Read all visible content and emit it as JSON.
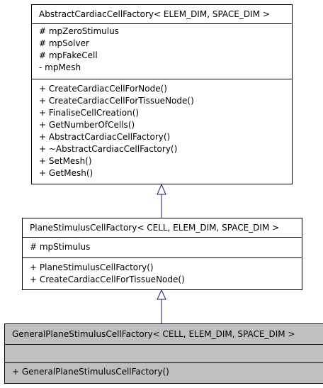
{
  "classes": {
    "abstract": {
      "name": "AbstractCardiacCellFactory< ELEM_DIM, SPACE_DIM >",
      "attributes": [
        "# mpZeroStimulus",
        "# mpSolver",
        "# mpFakeCell",
        "- mpMesh"
      ],
      "methods": [
        "+ CreateCardiacCellForNode()",
        "+ CreateCardiacCellForTissueNode()",
        "+ FinaliseCellCreation()",
        "+ GetNumberOfCells()",
        "+ AbstractCardiacCellFactory()",
        "+ ~AbstractCardiacCellFactory()",
        "+ SetMesh()",
        "+ GetMesh()"
      ]
    },
    "plane": {
      "name": "PlaneStimulusCellFactory< CELL, ELEM_DIM, SPACE_DIM >",
      "attributes": [
        "# mpStimulus"
      ],
      "methods": [
        "+ PlaneStimulusCellFactory()",
        "+ CreateCardiacCellForTissueNode()"
      ]
    },
    "general": {
      "name": "GeneralPlaneStimulusCellFactory< CELL, ELEM_DIM, SPACE_DIM >",
      "attributes": [],
      "methods": [
        "+ GeneralPlaneStimulusCellFactory()"
      ]
    }
  },
  "colors": {
    "edge": "#191970",
    "highlight": "#bfbfbf"
  }
}
